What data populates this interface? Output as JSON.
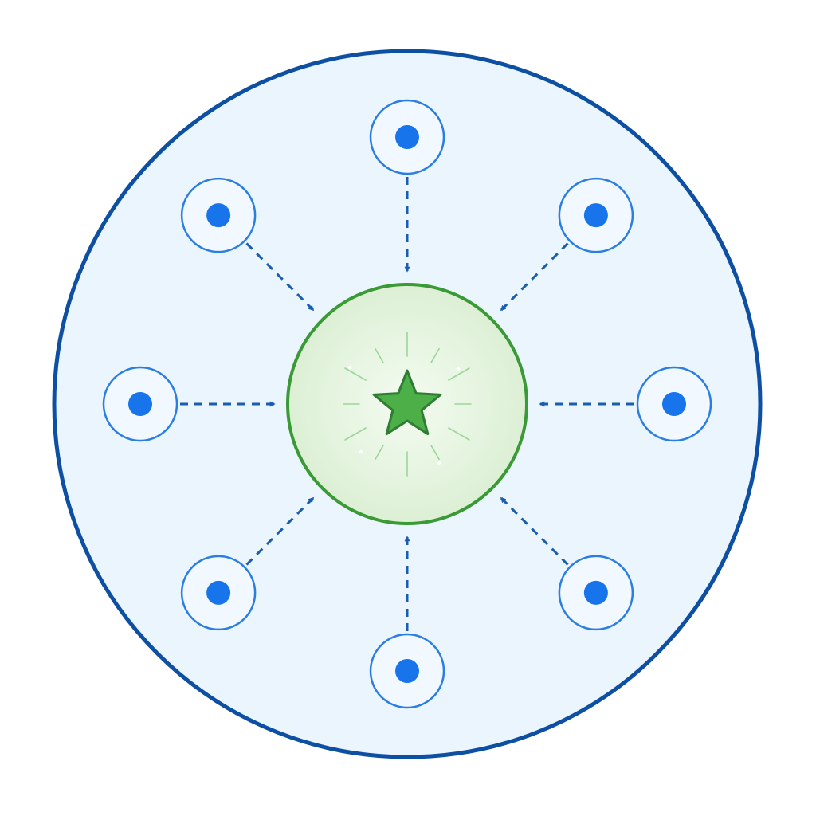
{
  "diagram": {
    "type": "hub-and-spoke",
    "spoke_count": 8,
    "flow_direction": "inward",
    "connector_style": "dashed-arrow",
    "hub_icon": "star-icon",
    "spoke_icon": "dot-icon",
    "spokes": [
      {
        "position": "top"
      },
      {
        "position": "top-right"
      },
      {
        "position": "right"
      },
      {
        "position": "bottom-right"
      },
      {
        "position": "bottom"
      },
      {
        "position": "bottom-left"
      },
      {
        "position": "left"
      },
      {
        "position": "top-left"
      }
    ]
  },
  "colors": {
    "background": "#ffffff",
    "outer_fill": "#eaf5fd",
    "outer_stroke": "#0d4fa3",
    "hub_fill": "#dff2d9",
    "hub_stroke": "#3a9a35",
    "star_fill": "#4caf47",
    "star_stroke": "#2e7d32",
    "ray_color": "#8fd18a",
    "node_ring": "#2a7de1",
    "node_inner": "#f1f8ff",
    "node_dot": "#1774ea",
    "connector": "#1a5cb0"
  }
}
